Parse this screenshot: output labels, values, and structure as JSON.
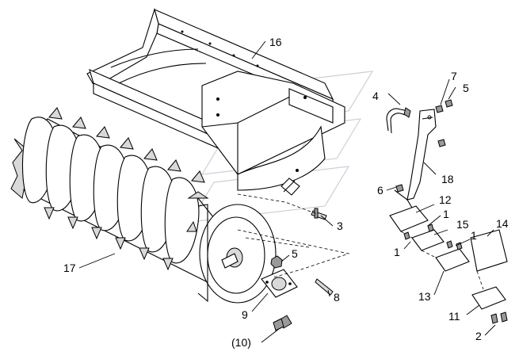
{
  "diagram": {
    "part_labels": {
      "p16": "16",
      "p4": "4",
      "p7": "7",
      "p5a": "5",
      "p18": "18",
      "p6": "6",
      "p12": "12",
      "p3": "3",
      "p1a": "1",
      "p15": "15",
      "p1b": "1",
      "p1c": "1",
      "p14": "14",
      "p17": "17",
      "p5b": "5",
      "p13": "13",
      "p8": "8",
      "p9": "9",
      "p11": "11",
      "p10": "(10)",
      "p2": "2"
    }
  }
}
